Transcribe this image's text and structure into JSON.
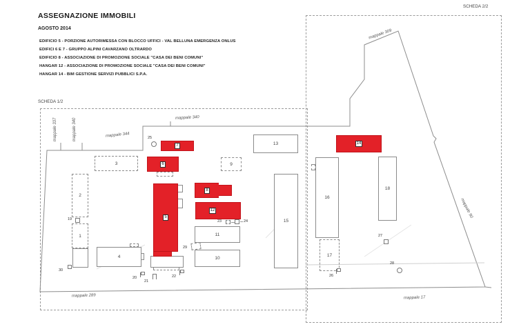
{
  "header": {
    "title": "ASSEGNAZIONE IMMOBILI",
    "date": "AGOSTO 2014",
    "legend": [
      "EDIFICIO 5 - PORZIONE AUTORIMESSA CON BLOCCO UFFICI - VAL BELLUNA EMERGENZA ONLUS",
      "EDIFICI 6 E 7  - GRUPPO ALPINI CAVARZANO OLTRARDO",
      "EDIFICIO 8 - ASSOCIAZIONE DI PROMOZIONE SOCIALE \"CASA DEI BENI COMUNI\"",
      "HANGAR 12 - ASSOCIAZIONE DI PROMOZIONE SOCIALE \"CASA DEI BENI COMUNI\"",
      "HANGAR 14 - BIM GESTIONE SERVIZI PUBBLICI S.P.A."
    ]
  },
  "sheets": {
    "sheet1_label": "SCHEDA 1/2",
    "sheet2_label": "SCHEDA 2/2"
  },
  "parcel_labels": {
    "m337": "mappale 337",
    "m340_vertical": "mappale 340",
    "m344": "mappale 344",
    "m340_horizontal": "mappale 340",
    "m309": "mappale 309",
    "m90": "mappale 90",
    "m289": "mappale 289",
    "m17": "mappale 17"
  },
  "buildings": {
    "b1": "1",
    "b2": "2",
    "b3": "3",
    "b4": "4",
    "b5": "5",
    "b6": "6",
    "b7": "7",
    "b8": "8",
    "b9": "9",
    "b10": "10",
    "b11": "11",
    "b12": "12",
    "b13": "13",
    "b14": "14",
    "b15": "15",
    "b16": "16",
    "b17": "17",
    "b18": "18"
  },
  "markers": {
    "m19": "19",
    "m20": "20",
    "m21": "21",
    "m22": "22",
    "m23": "23",
    "m24": "24",
    "m25": "25",
    "m26": "26",
    "m27": "27",
    "m28": "28",
    "m29": "29",
    "m30": "30"
  },
  "colors": {
    "highlight_red": "#e32128",
    "line_gray": "#8c8c8c"
  }
}
